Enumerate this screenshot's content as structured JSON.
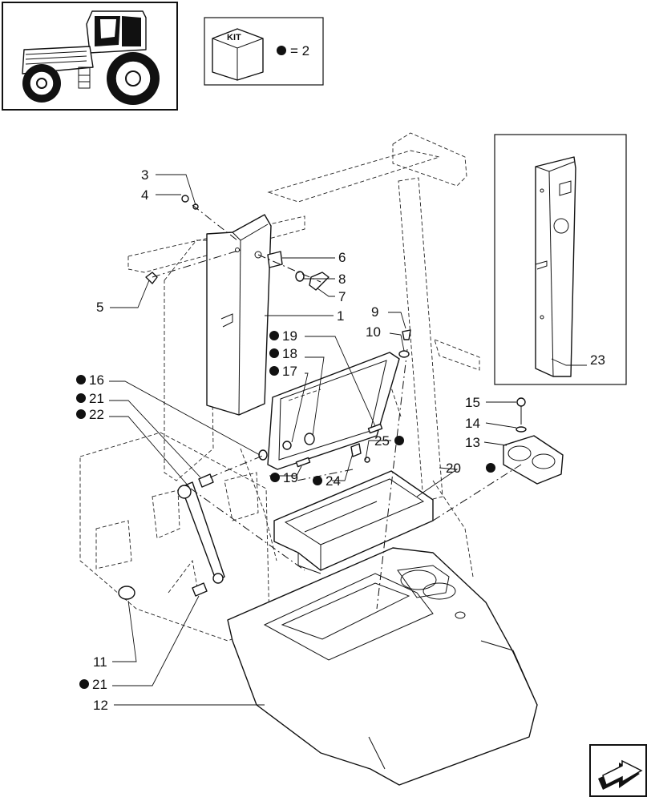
{
  "kit": {
    "label": "KIT",
    "equals": "= 2"
  },
  "callouts": {
    "c1": "1",
    "c3": "3",
    "c4": "4",
    "c5": "5",
    "c6": "6",
    "c7": "7",
    "c8": "8",
    "c9": "9",
    "c10": "10",
    "c11": "11",
    "c12": "12",
    "c13": "13",
    "c14": "14",
    "c15": "15",
    "c16": "16",
    "c17": "17",
    "c18": "18",
    "c19a": "19",
    "c19b": "19",
    "c20": "20",
    "c21a": "21",
    "c21b": "21",
    "c22": "22",
    "c23": "23",
    "c24": "24",
    "c25": "25"
  },
  "icons": {
    "thumbnail": "tractor-icon",
    "kit": "kit-box-icon",
    "nav": "next-page-arrow-icon"
  }
}
